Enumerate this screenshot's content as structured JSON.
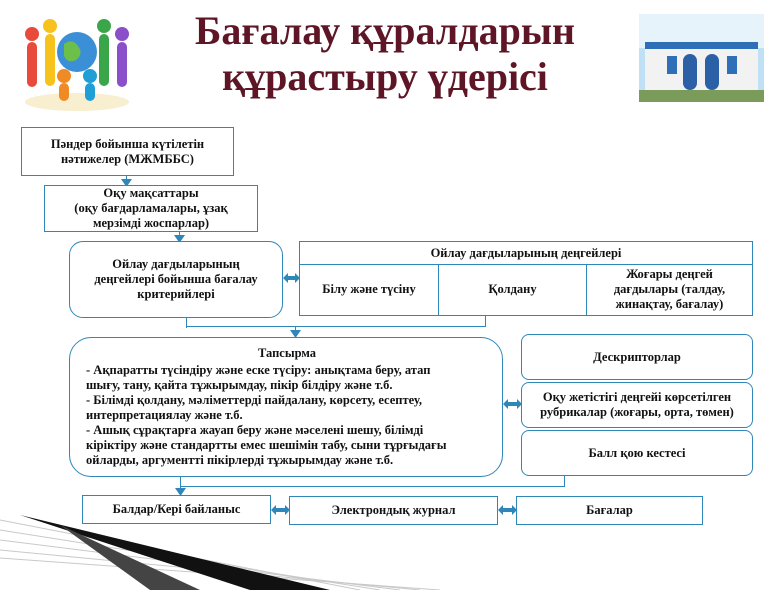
{
  "title": {
    "line1": "Бағалау құралдарын",
    "line2": "құрастыру үдерісі"
  },
  "boxes": {
    "expected_results": {
      "line1": "Пәндер бойынша күтілетін",
      "line2": "нәтижелер (МЖМББС)"
    },
    "learning_goals": {
      "line1": "Оқу мақсаттары",
      "line2": "(оқу бағдарламалары, ұзақ",
      "line3": "мерзімді жоспарлар)"
    },
    "criteria": {
      "line1": "Ойлау дағдыларының",
      "line2": "деңгейлері бойынша бағалау",
      "line3": "критерийлері"
    },
    "task": {
      "title": "Тапсырма",
      "lines": [
        "- Ақпаратты түсіндіру және еске түсіру: анықтама беру, атап",
        "шығу, тану, қайта тұжырымдау, пікір білдіру және т.б.",
        "- Білімді қолдану, мәліметтерді пайдалану, көрсету, есептеу,",
        "интерпретациялау және т.б.",
        "- Ашық сұрақтарға жауап беру және мәселені шешу, білімді",
        "кіріктіру және стандартты емес шешімін табу, сыни тұрғыдағы",
        "ойларды, аргументті пікірлерді  тұжырымдау және т.б."
      ]
    },
    "descriptors": "Дескрипторлар",
    "rubrics": {
      "line1": "Оқу жетістігі деңгейі көрсетілген",
      "line2": "рубрикалар  (жоғары, орта, төмен)"
    },
    "score_table": "Балл қою кестесі",
    "feedback": "Балдар/Кері байланыс",
    "journal": "Электрондық журнал",
    "grades": "Бағалар"
  },
  "levels": {
    "header": "Ойлау дағдыларының деңгейлері",
    "knowledge": "Білу және түсіну",
    "application": "Қолдану",
    "higher": {
      "line1": "Жоғары деңгей",
      "line2": "дағдылары (талдау,",
      "line3": "жинақтау, бағалау)"
    }
  },
  "colors": {
    "title": "#5e1626",
    "border": "#2f86b8",
    "arrow": "#2f86b8"
  }
}
